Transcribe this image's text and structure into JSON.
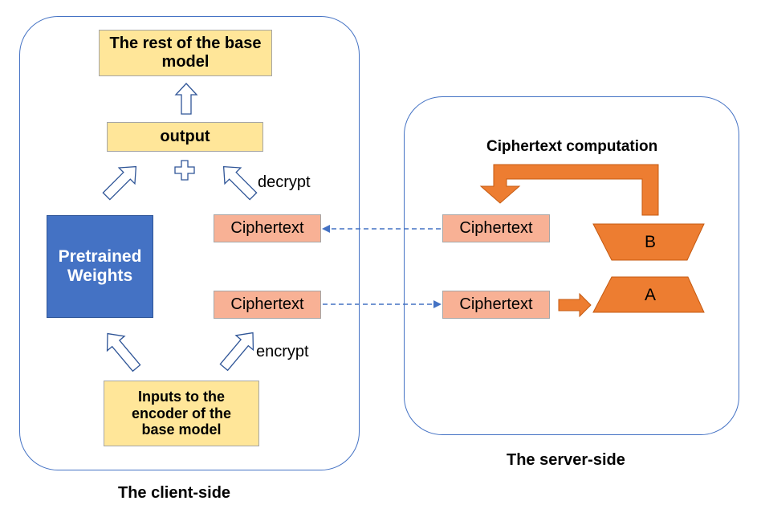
{
  "client": {
    "caption": "The client-side",
    "rest_box": "The rest of the base model",
    "output_box": "output",
    "weights_box": "Pretrained Weights",
    "inputs_box": "Inputs to the encoder of the base model",
    "cipher_top": "Ciphertext",
    "cipher_bottom": "Ciphertext",
    "decrypt_label": "decrypt",
    "encrypt_label": "encrypt"
  },
  "server": {
    "caption": "The server-side",
    "computation_label": "Ciphertext computation",
    "cipher_top": "Ciphertext",
    "cipher_bottom": "Ciphertext",
    "shape_b": "B",
    "shape_a": "A"
  },
  "colors": {
    "panel_border": "#4472c4",
    "yellow_fill": "#ffe699",
    "cipher_fill": "#f8b195",
    "blue_fill": "#4472c4",
    "orange": "#ed7d31",
    "dashed_arrow": "#4472c4",
    "hollow_arrow_stroke": "#2f5597"
  },
  "icons": {
    "plus": "plus-icon",
    "hollow_arrows": "hollow-up-arrow-icon",
    "dashed_arrows": "dashed-arrow-icon",
    "orange_arrows": "orange-arrow-icon"
  }
}
